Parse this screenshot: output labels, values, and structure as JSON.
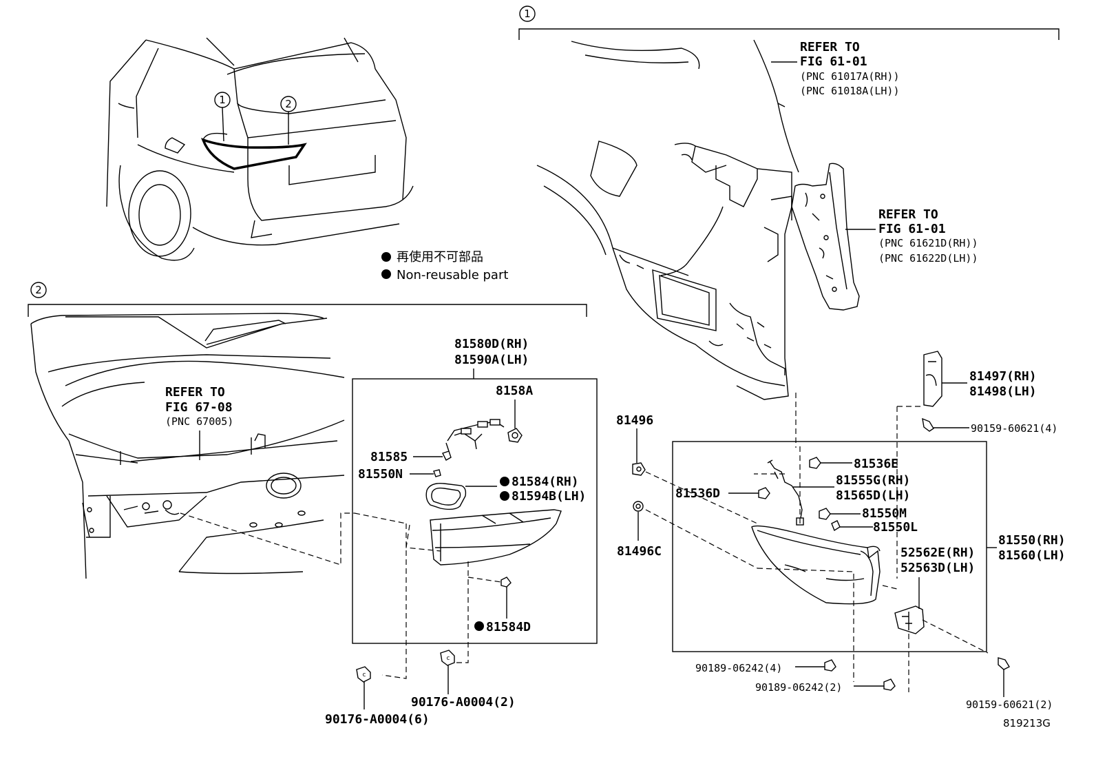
{
  "legend": {
    "jp": "再使用不可部品",
    "en": "Non-reusable part"
  },
  "callouts": [
    "1",
    "2"
  ],
  "refs": [
    {
      "id": "ref-fig-61-01-a",
      "lines": [
        "REFER TO",
        "FIG 61-01",
        "(PNC 61017A(RH))",
        "(PNC 61018A(LH))"
      ]
    },
    {
      "id": "ref-fig-61-01-b",
      "lines": [
        "REFER TO",
        "FIG 61-01",
        "(PNC 61621D(RH))",
        "(PNC 61622D(LH))"
      ]
    },
    {
      "id": "ref-fig-67-08",
      "lines": [
        "REFER TO",
        "FIG 67-08",
        "(PNC 67005)"
      ]
    }
  ],
  "parts": {
    "p81580D": "81580D(RH)",
    "p81590A": "81590A(LH)",
    "p8158A": "8158A",
    "p81585": "81585",
    "p81550N": "81550N",
    "p81584RH": "81584(RH)",
    "p81594B": "81594B(LH)",
    "p81584D": "81584D",
    "p90176_6": "90176-A0004(6)",
    "p90176_2": "90176-A0004(2)",
    "p81496": "81496",
    "p81496C": "81496C",
    "p81536D": "81536D",
    "p81536E": "81536E",
    "p81555G": "81555G(RH)",
    "p81565D": "81565D(LH)",
    "p81550M": "81550M",
    "p81550L": "81550L",
    "p81550RH": "81550(RH)",
    "p81560LH": "81560(LH)",
    "p52562E": "52562E(RH)",
    "p52563D": "52563D(LH)",
    "p81497": "81497(RH)",
    "p81498": "81498(LH)",
    "p90159_4": "90159-60621(4)",
    "p90159_2": "90159-60621(2)",
    "p90189_4": "90189-06242(4)",
    "p90189_2": "90189-06242(2)"
  },
  "figure_id": "819213G"
}
